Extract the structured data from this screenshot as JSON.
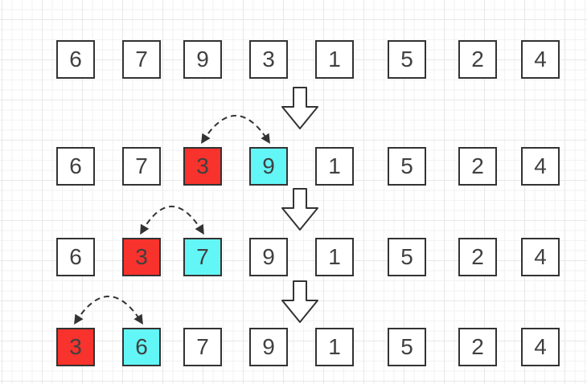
{
  "diagram": {
    "rows": [
      {
        "boxes": [
          {
            "value": "6",
            "state": "plain"
          },
          {
            "value": "7",
            "state": "plain"
          },
          {
            "value": "9",
            "state": "plain"
          },
          {
            "value": "3",
            "state": "plain"
          },
          {
            "value": "1",
            "state": "plain"
          },
          {
            "value": "5",
            "state": "plain"
          },
          {
            "value": "2",
            "state": "plain"
          },
          {
            "value": "4",
            "state": "plain"
          }
        ]
      },
      {
        "boxes": [
          {
            "value": "6",
            "state": "plain"
          },
          {
            "value": "7",
            "state": "plain"
          },
          {
            "value": "3",
            "state": "red"
          },
          {
            "value": "9",
            "state": "cyan"
          },
          {
            "value": "1",
            "state": "plain"
          },
          {
            "value": "5",
            "state": "plain"
          },
          {
            "value": "2",
            "state": "plain"
          },
          {
            "value": "4",
            "state": "plain"
          }
        ]
      },
      {
        "boxes": [
          {
            "value": "6",
            "state": "plain"
          },
          {
            "value": "3",
            "state": "red"
          },
          {
            "value": "7",
            "state": "cyan"
          },
          {
            "value": "9",
            "state": "plain"
          },
          {
            "value": "1",
            "state": "plain"
          },
          {
            "value": "5",
            "state": "plain"
          },
          {
            "value": "2",
            "state": "plain"
          },
          {
            "value": "4",
            "state": "plain"
          }
        ]
      },
      {
        "boxes": [
          {
            "value": "3",
            "state": "red"
          },
          {
            "value": "6",
            "state": "cyan"
          },
          {
            "value": "7",
            "state": "plain"
          },
          {
            "value": "9",
            "state": "plain"
          },
          {
            "value": "1",
            "state": "plain"
          },
          {
            "value": "5",
            "state": "plain"
          },
          {
            "value": "2",
            "state": "plain"
          },
          {
            "value": "4",
            "state": "plain"
          }
        ]
      }
    ],
    "swaps": [
      {
        "row": 2,
        "connects": [
          "3",
          "9"
        ]
      },
      {
        "row": 3,
        "connects": [
          "3",
          "7"
        ]
      },
      {
        "row": 4,
        "connects": [
          "3",
          "6"
        ]
      }
    ],
    "colors": {
      "highlight_source": "#f8322c",
      "highlight_target": "#63f6f6",
      "shape_stroke": "#333333",
      "shape_fill": "#ffffff",
      "text": "#404040",
      "grid_minor": "#f2f2f2",
      "grid_major": "#e7e7e7"
    }
  }
}
